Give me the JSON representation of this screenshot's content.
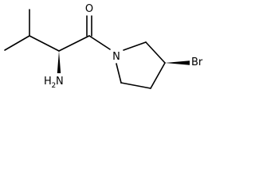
{
  "molecule": {
    "atoms": {
      "oxygen": "O",
      "nitrogen": "N",
      "bromine": "Br",
      "amine_h": "H",
      "amine_sub": "2",
      "amine_n": "N"
    },
    "stereo": {
      "alpha_carbon": "wedge",
      "ring_c3": "wedge"
    }
  }
}
